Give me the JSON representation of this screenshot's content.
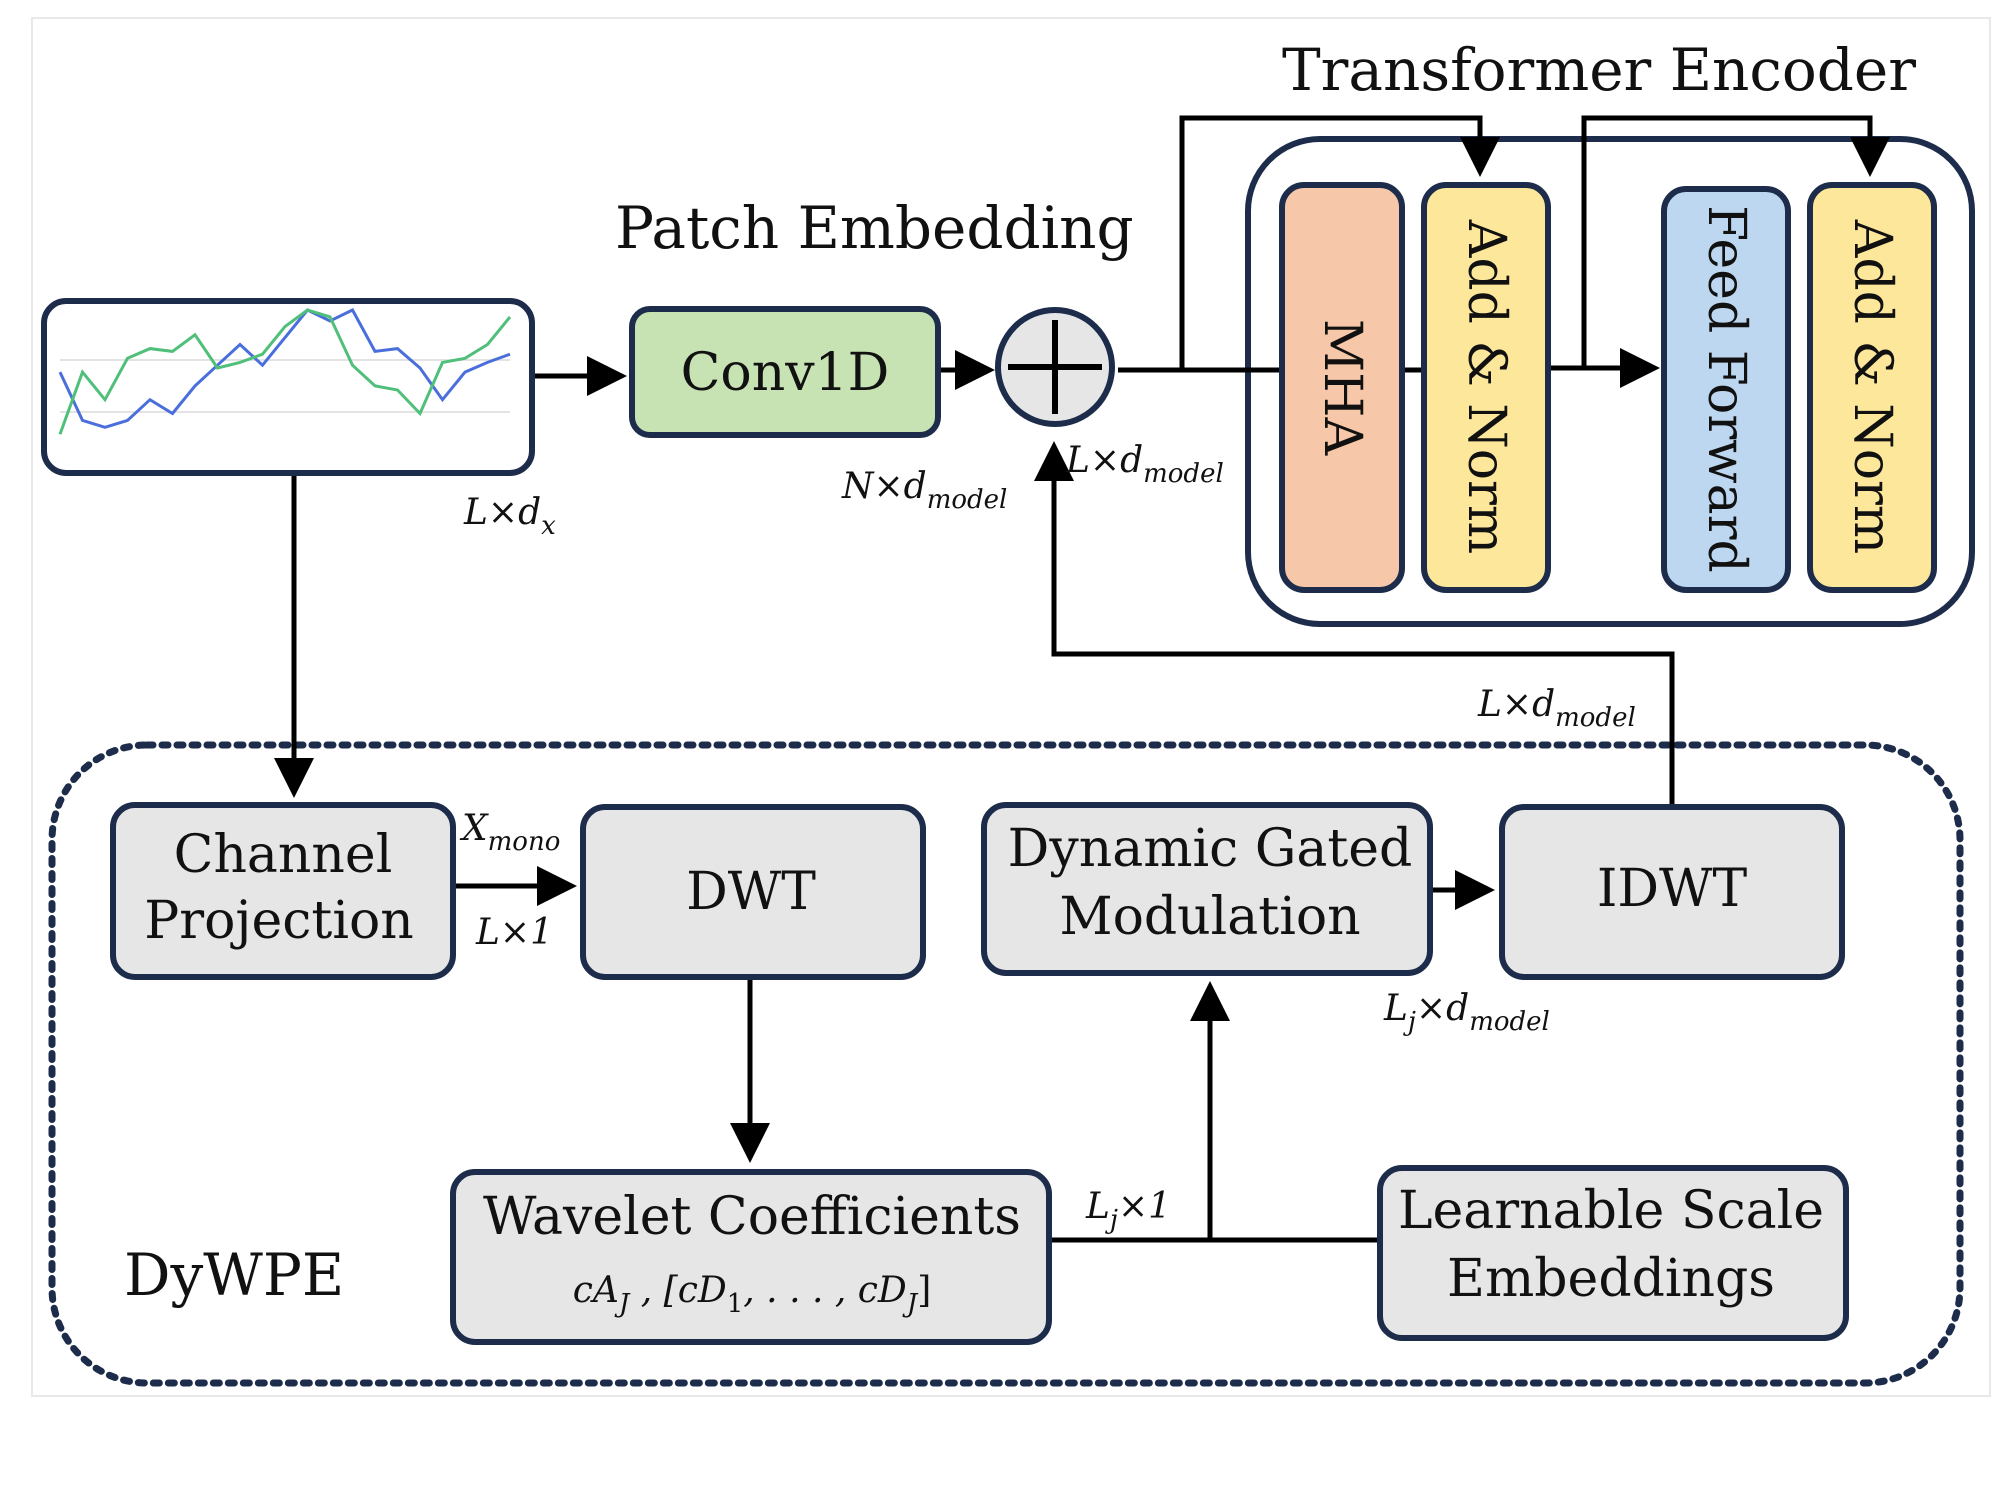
{
  "labels": {
    "transformer_encoder": "Transformer Encoder",
    "patch_embedding": "Patch Embedding",
    "dywpe": "DyWPE"
  },
  "blocks": {
    "conv1d": "Conv1D",
    "mha": "MHA",
    "add_norm_1": "Add & Norm",
    "feed_forward": "Feed Forward",
    "add_norm_2": "Add & Norm",
    "channel_projection": [
      "Channel",
      "Projection"
    ],
    "dwt": "DWT",
    "dynamic_gated_modulation": [
      "Dynamic Gated",
      "Modulation"
    ],
    "idwt": "IDWT",
    "wavelet_coefficients": "Wavelet Coefficients",
    "learnable_scale_embeddings": [
      "Learnable Scale",
      "Embeddings"
    ]
  },
  "math": {
    "input_dim": {
      "main": "L×d",
      "sub": "x"
    },
    "conv_out": {
      "main": "N×d",
      "sub": "model"
    },
    "sum_in": {
      "main": "L×d",
      "sub": "model"
    },
    "idwt_out": {
      "main": "L×d",
      "sub": "model"
    },
    "x_mono": {
      "main": "X",
      "sub": "mono"
    },
    "mono_dim": {
      "main": "L×1"
    },
    "lj_dmodel": {
      "l": "L",
      "j": "j",
      "mid": "×d",
      "sub": "model"
    },
    "lj_1": {
      "l": "L",
      "j": "j",
      "mid": "×1"
    },
    "wavelet_formula": {
      "ca": "cA",
      "caj": "J",
      "mid1": " , [cD",
      "one": "1",
      "mid2": ", . . . , cD",
      "dj": "J",
      "end": "]"
    }
  },
  "colors": {
    "border": "#1c2c4a",
    "block_gray": "#e6e6e6",
    "conv_green": "#c8e3b3",
    "mha_peach": "#f6c8a9",
    "addnorm_yellow": "#fde79b",
    "ff_blue": "#bcd7ef",
    "plot_blue": "#4a6fdc",
    "plot_green": "#4fbf7a"
  },
  "plot": {
    "series_blue": [
      0.55,
      0.2,
      0.15,
      0.2,
      0.35,
      0.25,
      0.45,
      0.6,
      0.75,
      0.6,
      0.8,
      1.0,
      0.92,
      1.0,
      0.7,
      0.72,
      0.58,
      0.35,
      0.55,
      0.62,
      0.68
    ],
    "series_green": [
      0.1,
      0.55,
      0.35,
      0.65,
      0.72,
      0.7,
      0.82,
      0.58,
      0.62,
      0.68,
      0.88,
      1.0,
      0.95,
      0.6,
      0.45,
      0.42,
      0.25,
      0.62,
      0.65,
      0.75,
      0.95
    ]
  }
}
